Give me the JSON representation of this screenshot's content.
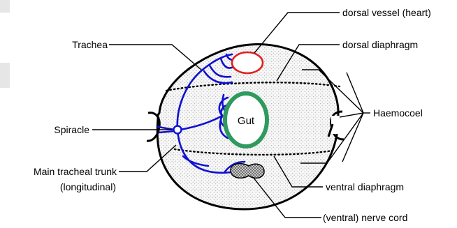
{
  "labels": {
    "dorsal_vessel": "dorsal vessel (heart)",
    "dorsal_diaphragm": "dorsal diaphragm",
    "trachea": "Trachea",
    "haemocoel": "Haemocoel",
    "spiracle": "Spiracle",
    "gut": "Gut",
    "main_trunk_line1": "Main tracheal trunk",
    "main_trunk_line2": "(longitudinal)",
    "ventral_diaphragm": "ventral diaphragm",
    "nerve_cord": "(ventral) nerve cord"
  },
  "colors": {
    "trachea": "#1010d0",
    "heart": "#e02020",
    "gut": "#2e9a5e",
    "body_fill": "#f3f3f3",
    "outline": "#000000"
  }
}
